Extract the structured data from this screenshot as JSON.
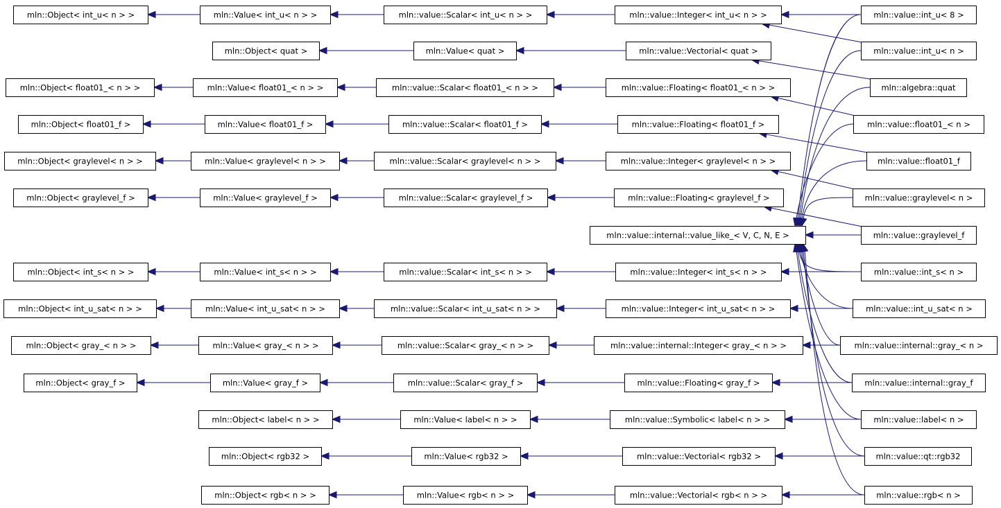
{
  "diagram": {
    "type": "inheritance-graph",
    "edge_color": "#191970",
    "nodes": [
      {
        "id": "obj_int_u",
        "label": "mln::Object< int_u< n > >"
      },
      {
        "id": "val_int_u",
        "label": "mln::Value< int_u< n > >"
      },
      {
        "id": "sca_int_u",
        "label": "mln::value::Scalar< int_u< n > >"
      },
      {
        "id": "int_int_u",
        "label": "mln::value::Integer< int_u< n > >"
      },
      {
        "id": "int_u8",
        "label": "mln::value::int_u< 8 >"
      },
      {
        "id": "int_u_n",
        "label": "mln::value::int_u< n >"
      },
      {
        "id": "obj_quat",
        "label": "mln::Object< quat >"
      },
      {
        "id": "val_quat",
        "label": "mln::Value< quat >"
      },
      {
        "id": "vec_quat",
        "label": "mln::value::Vectorial< quat >"
      },
      {
        "id": "alg_quat",
        "label": "mln::algebra::quat"
      },
      {
        "id": "obj_f01n",
        "label": "mln::Object< float01_< n > >"
      },
      {
        "id": "val_f01n",
        "label": "mln::Value< float01_< n > >"
      },
      {
        "id": "sca_f01n",
        "label": "mln::value::Scalar< float01_< n > >"
      },
      {
        "id": "flt_f01n",
        "label": "mln::value::Floating< float01_< n > >"
      },
      {
        "id": "f01_n",
        "label": "mln::value::float01_< n >"
      },
      {
        "id": "obj_f01f",
        "label": "mln::Object< float01_f >"
      },
      {
        "id": "val_f01f",
        "label": "mln::Value< float01_f >"
      },
      {
        "id": "sca_f01f",
        "label": "mln::value::Scalar< float01_f >"
      },
      {
        "id": "flt_f01f",
        "label": "mln::value::Floating< float01_f >"
      },
      {
        "id": "f01_f",
        "label": "mln::value::float01_f"
      },
      {
        "id": "obj_gln",
        "label": "mln::Object< graylevel< n > >"
      },
      {
        "id": "val_gln",
        "label": "mln::Value< graylevel< n > >"
      },
      {
        "id": "sca_gln",
        "label": "mln::value::Scalar< graylevel< n > >"
      },
      {
        "id": "int_gln",
        "label": "mln::value::Integer< graylevel< n > >"
      },
      {
        "id": "gl_n",
        "label": "mln::value::graylevel< n >"
      },
      {
        "id": "obj_glf",
        "label": "mln::Object< graylevel_f >"
      },
      {
        "id": "val_glf",
        "label": "mln::Value< graylevel_f >"
      },
      {
        "id": "sca_glf",
        "label": "mln::value::Scalar< graylevel_f >"
      },
      {
        "id": "flt_glf",
        "label": "mln::value::Floating< graylevel_f >"
      },
      {
        "id": "value_like",
        "label": "mln::value::internal::value_like_< V, C, N, E >"
      },
      {
        "id": "gl_f",
        "label": "mln::value::graylevel_f"
      },
      {
        "id": "obj_ints",
        "label": "mln::Object< int_s< n > >"
      },
      {
        "id": "val_ints",
        "label": "mln::Value< int_s< n > >"
      },
      {
        "id": "sca_ints",
        "label": "mln::value::Scalar< int_s< n > >"
      },
      {
        "id": "int_ints",
        "label": "mln::value::Integer< int_s< n > >"
      },
      {
        "id": "ints_n",
        "label": "mln::value::int_s< n >"
      },
      {
        "id": "obj_iusat",
        "label": "mln::Object< int_u_sat< n > >"
      },
      {
        "id": "val_iusat",
        "label": "mln::Value< int_u_sat< n > >"
      },
      {
        "id": "sca_iusat",
        "label": "mln::value::Scalar< int_u_sat< n > >"
      },
      {
        "id": "int_iusat",
        "label": "mln::value::Integer< int_u_sat< n > >"
      },
      {
        "id": "iusat_n",
        "label": "mln::value::int_u_sat< n >"
      },
      {
        "id": "obj_grayn",
        "label": "mln::Object< gray_< n > >"
      },
      {
        "id": "val_grayn",
        "label": "mln::Value< gray_< n > >"
      },
      {
        "id": "sca_grayn",
        "label": "mln::value::Scalar< gray_< n > >"
      },
      {
        "id": "int_grayn",
        "label": "mln::value::internal::Integer< gray_< n > >"
      },
      {
        "id": "gray_n",
        "label": "mln::value::internal::gray_< n >"
      },
      {
        "id": "obj_grayf",
        "label": "mln::Object< gray_f >"
      },
      {
        "id": "val_grayf",
        "label": "mln::Value< gray_f >"
      },
      {
        "id": "sca_grayf",
        "label": "mln::value::Scalar< gray_f >"
      },
      {
        "id": "flt_grayf",
        "label": "mln::value::Floating< gray_f >"
      },
      {
        "id": "gray_f",
        "label": "mln::value::internal::gray_f"
      },
      {
        "id": "obj_label",
        "label": "mln::Object< label< n > >"
      },
      {
        "id": "val_label",
        "label": "mln::Value< label< n > >"
      },
      {
        "id": "sym_label",
        "label": "mln::value::Symbolic< label< n > >"
      },
      {
        "id": "label_n",
        "label": "mln::value::label< n >"
      },
      {
        "id": "obj_rgb32",
        "label": "mln::Object< rgb32 >"
      },
      {
        "id": "val_rgb32",
        "label": "mln::Value< rgb32 >"
      },
      {
        "id": "vec_rgb32",
        "label": "mln::value::Vectorial< rgb32 >"
      },
      {
        "id": "qt_rgb32",
        "label": "mln::value::qt::rgb32"
      },
      {
        "id": "obj_rgbn",
        "label": "mln::Object< rgb< n > >"
      },
      {
        "id": "val_rgbn",
        "label": "mln::Value< rgb< n > >"
      },
      {
        "id": "vec_rgbn",
        "label": "mln::value::Vectorial< rgb< n > >"
      },
      {
        "id": "rgb_n",
        "label": "mln::value::rgb< n >"
      }
    ],
    "edges": [
      {
        "from": "val_int_u",
        "to": "obj_int_u"
      },
      {
        "from": "sca_int_u",
        "to": "val_int_u"
      },
      {
        "from": "int_int_u",
        "to": "sca_int_u"
      },
      {
        "from": "int_u8",
        "to": "int_int_u"
      },
      {
        "from": "int_u_n",
        "to": "int_int_u"
      },
      {
        "from": "val_quat",
        "to": "obj_quat"
      },
      {
        "from": "vec_quat",
        "to": "val_quat"
      },
      {
        "from": "alg_quat",
        "to": "vec_quat"
      },
      {
        "from": "val_f01n",
        "to": "obj_f01n"
      },
      {
        "from": "sca_f01n",
        "to": "val_f01n"
      },
      {
        "from": "flt_f01n",
        "to": "sca_f01n"
      },
      {
        "from": "f01_n",
        "to": "flt_f01n"
      },
      {
        "from": "val_f01f",
        "to": "obj_f01f"
      },
      {
        "from": "sca_f01f",
        "to": "val_f01f"
      },
      {
        "from": "flt_f01f",
        "to": "sca_f01f"
      },
      {
        "from": "f01_f",
        "to": "flt_f01f"
      },
      {
        "from": "val_gln",
        "to": "obj_gln"
      },
      {
        "from": "sca_gln",
        "to": "val_gln"
      },
      {
        "from": "int_gln",
        "to": "sca_gln"
      },
      {
        "from": "gl_n",
        "to": "int_gln"
      },
      {
        "from": "val_glf",
        "to": "obj_glf"
      },
      {
        "from": "sca_glf",
        "to": "val_glf"
      },
      {
        "from": "flt_glf",
        "to": "sca_glf"
      },
      {
        "from": "gl_f",
        "to": "flt_glf"
      },
      {
        "from": "val_ints",
        "to": "obj_ints"
      },
      {
        "from": "sca_ints",
        "to": "val_ints"
      },
      {
        "from": "int_ints",
        "to": "sca_ints"
      },
      {
        "from": "ints_n",
        "to": "int_ints"
      },
      {
        "from": "val_iusat",
        "to": "obj_iusat"
      },
      {
        "from": "sca_iusat",
        "to": "val_iusat"
      },
      {
        "from": "int_iusat",
        "to": "sca_iusat"
      },
      {
        "from": "iusat_n",
        "to": "int_iusat"
      },
      {
        "from": "val_grayn",
        "to": "obj_grayn"
      },
      {
        "from": "sca_grayn",
        "to": "val_grayn"
      },
      {
        "from": "int_grayn",
        "to": "sca_grayn"
      },
      {
        "from": "gray_n",
        "to": "int_grayn"
      },
      {
        "from": "val_grayf",
        "to": "obj_grayf"
      },
      {
        "from": "sca_grayf",
        "to": "val_grayf"
      },
      {
        "from": "flt_grayf",
        "to": "sca_grayf"
      },
      {
        "from": "gray_f",
        "to": "flt_grayf"
      },
      {
        "from": "val_label",
        "to": "obj_label"
      },
      {
        "from": "sym_label",
        "to": "val_label"
      },
      {
        "from": "label_n",
        "to": "sym_label"
      },
      {
        "from": "val_rgb32",
        "to": "obj_rgb32"
      },
      {
        "from": "vec_rgb32",
        "to": "val_rgb32"
      },
      {
        "from": "qt_rgb32",
        "to": "vec_rgb32"
      },
      {
        "from": "val_rgbn",
        "to": "obj_rgbn"
      },
      {
        "from": "vec_rgbn",
        "to": "val_rgbn"
      },
      {
        "from": "rgb_n",
        "to": "vec_rgbn"
      },
      {
        "from": "int_u8",
        "to": "value_like"
      },
      {
        "from": "int_u_n",
        "to": "value_like"
      },
      {
        "from": "alg_quat",
        "to": "value_like"
      },
      {
        "from": "f01_n",
        "to": "value_like"
      },
      {
        "from": "f01_f",
        "to": "value_like"
      },
      {
        "from": "gl_n",
        "to": "value_like"
      },
      {
        "from": "gl_f",
        "to": "value_like"
      },
      {
        "from": "ints_n",
        "to": "value_like"
      },
      {
        "from": "iusat_n",
        "to": "value_like"
      },
      {
        "from": "gray_n",
        "to": "value_like"
      },
      {
        "from": "gray_f",
        "to": "value_like"
      },
      {
        "from": "label_n",
        "to": "value_like"
      },
      {
        "from": "qt_rgb32",
        "to": "value_like"
      },
      {
        "from": "rgb_n",
        "to": "value_like"
      }
    ]
  }
}
